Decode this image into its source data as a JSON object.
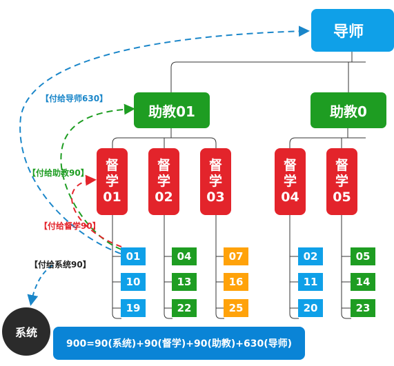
{
  "mentor": {
    "label": "导师"
  },
  "assistants": [
    {
      "label": "助教01"
    },
    {
      "label": "助教0"
    }
  ],
  "tutors": [
    {
      "chars": [
        "督",
        "学",
        "01"
      ]
    },
    {
      "chars": [
        "督",
        "学",
        "02"
      ]
    },
    {
      "chars": [
        "督",
        "学",
        "03"
      ]
    },
    {
      "chars": [
        "督",
        "学",
        "04"
      ]
    },
    {
      "chars": [
        "督",
        "学",
        "05"
      ]
    }
  ],
  "students": [
    [
      "01",
      "10",
      "19"
    ],
    [
      "04",
      "13",
      "22"
    ],
    [
      "07",
      "16",
      "25"
    ],
    [
      "02",
      "11",
      "20"
    ],
    [
      "05",
      "14",
      "23"
    ]
  ],
  "payments": {
    "mentor": "【付给导师630】",
    "assistant": "【付给助教90】",
    "tutor": "【付给督学90】",
    "system": "【付给系统90】"
  },
  "system": {
    "label": "系统"
  },
  "formula": "900=90(系统)+90(督学)+90(助教)+630(导师)",
  "colors": {
    "mentor": "#0fa0e8",
    "assistant": "#1e9d22",
    "tutor": "#e3242b",
    "student_blue": "#0fa0e8",
    "student_green": "#1e9d22",
    "student_orange": "#ffa20a",
    "system": "#2b2b2b",
    "formula": "#0a84d6"
  }
}
